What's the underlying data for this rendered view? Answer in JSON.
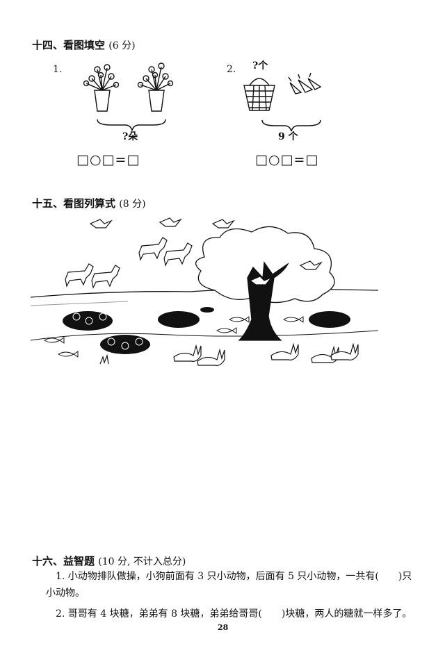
{
  "sections": [
    {
      "heading": "十四、看图填空",
      "points": "(6 分)"
    },
    {
      "heading": "十五、看图列算式",
      "points": "(8 分)"
    },
    {
      "heading": "十六、益智题",
      "points": "(10 分, 不计入总分)"
    }
  ],
  "q14": {
    "p1": {
      "number": "1.",
      "brace_label": "?朵",
      "equation": "□○□=□"
    },
    "p2": {
      "number": "2.",
      "question_mark": "?个",
      "brace_label": "9 个",
      "equation": "□○□=□"
    }
  },
  "q16": {
    "items": [
      {
        "text": "1. 小动物排队做操，小狗前面有 3 只小动物，后面有 5 只小动物，一共有(　　)只小动物。"
      },
      {
        "text": "2. 哥哥有 4 块糖，弟弟有 8 块糖，弟弟给哥哥(　　)块糖，两人的糖就一样多了。"
      }
    ]
  },
  "page_number": "28"
}
